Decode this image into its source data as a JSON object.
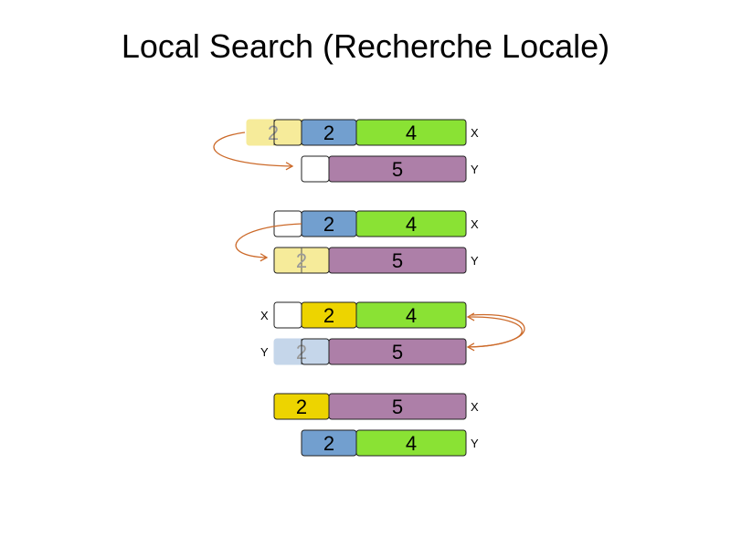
{
  "title": "Local Search (Recherche Locale)",
  "colors": {
    "blue": "#729fcf",
    "green": "#8ae234",
    "purple": "#ad7fa8",
    "yellow": "#edd400",
    "ghost_yellow": "#f6eb9a",
    "ghost_blue": "#c5d6ea",
    "arrow": "#cc6a2a"
  },
  "row_labels": {
    "x": "X",
    "y": "Y"
  },
  "steps": [
    {
      "row_x": {
        "label": "X",
        "blocks": [
          "2",
          "2",
          "4"
        ]
      },
      "row_y": {
        "label": "Y",
        "blocks": [
          "5"
        ]
      }
    },
    {
      "row_x": {
        "label": "X",
        "blocks": [
          "2",
          "4"
        ]
      },
      "row_y": {
        "label": "Y",
        "blocks": [
          "2",
          "5"
        ]
      }
    },
    {
      "row_x": {
        "label": "X",
        "blocks": [
          "2",
          "4"
        ]
      },
      "row_y": {
        "label": "Y",
        "blocks": [
          "2",
          "5"
        ]
      }
    },
    {
      "row_x": {
        "label": "X",
        "blocks": [
          "2",
          "5"
        ]
      },
      "row_y": {
        "label": "Y",
        "blocks": [
          "2",
          "4"
        ]
      }
    }
  ]
}
